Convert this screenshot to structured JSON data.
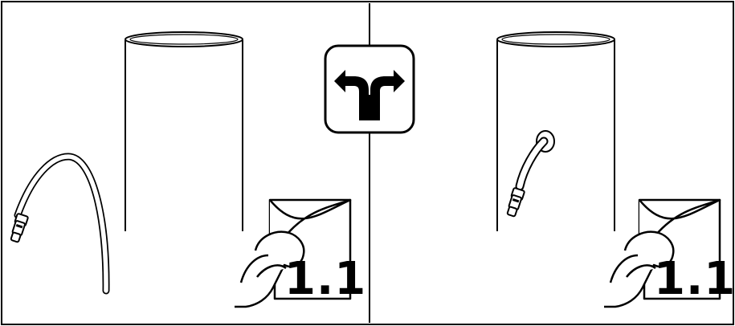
{
  "panels": [
    {
      "id": "left",
      "doc_reference": "1.1",
      "cable_state": "loose-cable-beside-pipe"
    },
    {
      "id": "right",
      "doc_reference": "1.1",
      "cable_state": "cable-inserted-into-pipe-hole"
    }
  ],
  "center_icon": "alternative-path-arrows-icon",
  "colors": {
    "stroke": "#000000",
    "background": "#ffffff"
  }
}
